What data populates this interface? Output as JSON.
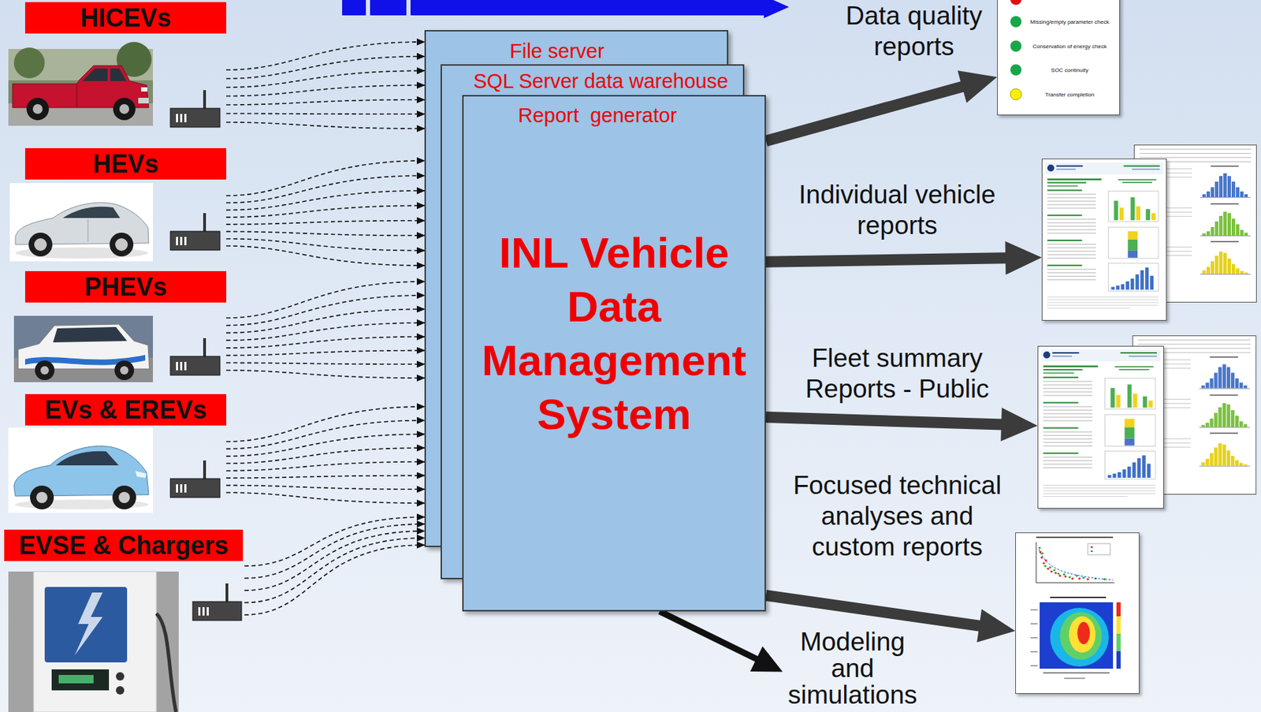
{
  "diagram": {
    "nodes": [
      {
        "text": [
          "HICEVs"
        ]
      },
      {
        "text": [
          "HEVs"
        ]
      },
      {
        "text": [
          "PHEVs"
        ]
      },
      {
        "text": [
          "EVs & EREVs"
        ]
      },
      {
        "text": [
          "EVSE & Chargers"
        ]
      },
      {
        "text": [
          "File server"
        ]
      },
      {
        "text": [
          "SQL Server data warehouse"
        ]
      },
      {
        "text": [
          "Report  generator",
          "INL Vehicle Data Management System"
        ]
      },
      {
        "text": [
          "Data quality reports",
          "Missing/empty parameter check",
          "Conservation of energy check",
          "SOC continuity",
          "Transfer completion"
        ]
      },
      {
        "text": [
          "Individual vehicle reports"
        ]
      },
      {
        "text": [
          "Fleet summary Reports - Public"
        ]
      },
      {
        "text": [
          "Focused technical analyses and custom reports"
        ]
      },
      {
        "text": [
          "Modeling and simulations"
        ]
      }
    ],
    "edges": [
      {
        "from": 0,
        "to": 5,
        "arrow": "to"
      },
      {
        "from": 1,
        "to": 5,
        "arrow": "to"
      },
      {
        "from": 2,
        "to": 5,
        "arrow": "to"
      },
      {
        "from": 3,
        "to": 5,
        "arrow": "to"
      },
      {
        "from": 4,
        "to": 5,
        "arrow": "to"
      },
      {
        "from": 7,
        "to": 8,
        "arrow": "to"
      },
      {
        "from": 7,
        "to": 9,
        "arrow": "to"
      },
      {
        "from": 7,
        "to": 10,
        "arrow": "to"
      },
      {
        "from": 7,
        "to": 11,
        "arrow": "to"
      },
      {
        "from": 7,
        "to": 12,
        "arrow": "to"
      }
    ]
  }
}
